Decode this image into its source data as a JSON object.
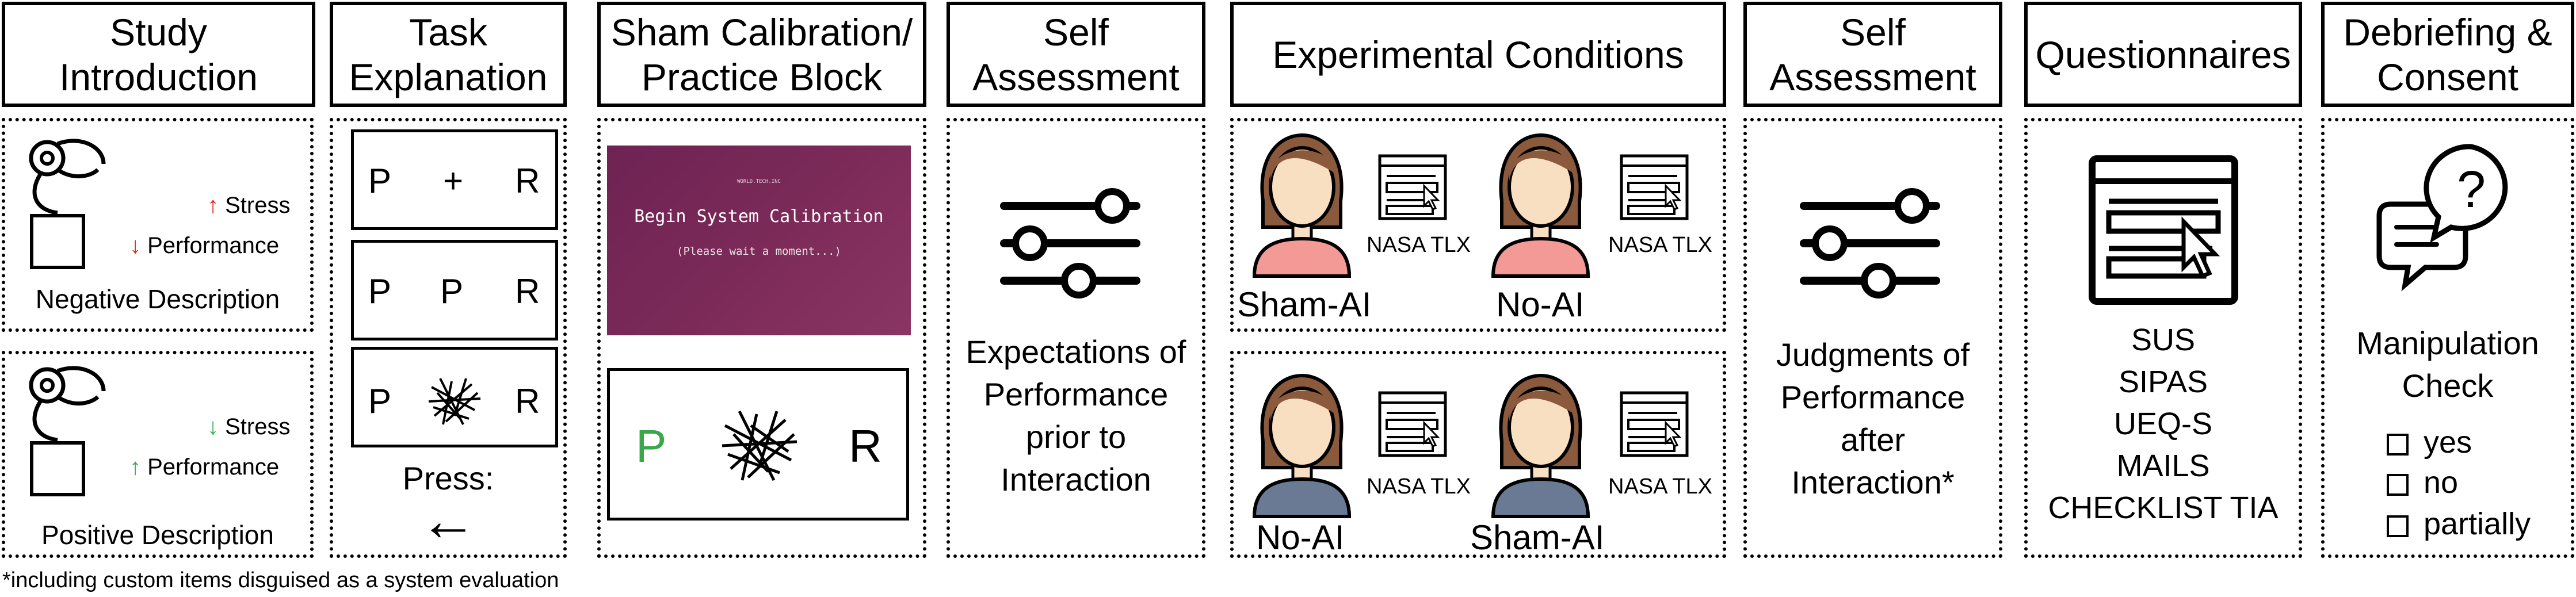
{
  "headers": {
    "study_intro": "Study\nIntroduction",
    "task_explanation": "Task\nExplanation",
    "sham_calibration": "Sham Calibration/\nPractice Block",
    "self_assessment_1": "Self\nAssessment",
    "experimental_conditions": "Experimental Conditions",
    "self_assessment_2": "Self\nAssessment",
    "questionnaires": "Questionnaires",
    "debriefing": "Debriefing &\nConsent"
  },
  "intro": {
    "stress": "Stress",
    "performance": "Performance",
    "negative_description": "Negative Description",
    "positive_description": "Positive Description",
    "up_color": "#e8231d",
    "down_color": "#e8231d",
    "pos_color": "#2db34a"
  },
  "task": {
    "row1": [
      "P",
      "+",
      "R"
    ],
    "row2": [
      "P",
      "P",
      "R"
    ],
    "row3": [
      "P",
      "R"
    ],
    "press": "Press:",
    "arrow": "←"
  },
  "calibration": {
    "small_text": "WORLD.TECH.INC",
    "title": "Begin System Calibration",
    "subtitle": "(Please wait a moment...)",
    "letter_p": "P",
    "letter_r": "R",
    "p_color": "#3aa84a"
  },
  "self_assessment_1": {
    "text": "Expectations of\nPerformance\nprior to\nInteraction"
  },
  "conditions": {
    "nasa_tlx": "NASA TLX",
    "top_left": "Sham-AI",
    "top_right": "No-AI",
    "bottom_left": "No-AI",
    "bottom_right": "Sham-AI"
  },
  "self_assessment_2": {
    "text": "Judgments of\nPerformance\nafter\nInteraction*"
  },
  "questionnaires": {
    "items": [
      "SUS",
      "SIPAS",
      "UEQ-S",
      "MAILS",
      "CHECKLIST TIA"
    ]
  },
  "debriefing": {
    "manipulation": "Manipulation\nCheck",
    "options": [
      "yes",
      "no",
      "partially"
    ],
    "question_mark": "?"
  },
  "footnote": "*including custom items disguised as a system evaluation"
}
